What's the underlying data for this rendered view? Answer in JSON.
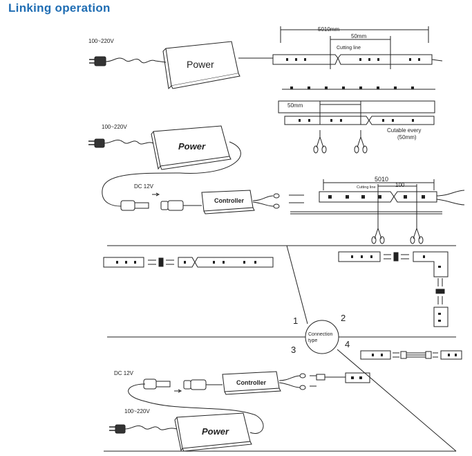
{
  "title": "Linking operation",
  "labels": {
    "voltage_ac": "100~220V",
    "power": "Power",
    "controller": "Controller",
    "dc": "DC 12V",
    "len_5010mm": "5010mm",
    "len_50mm": "50mm",
    "cutting_line": "Cutting line",
    "cutable_every": "Cutable every",
    "cutable_spacing": "(50mm)",
    "len_5010": "5010",
    "len_100": "100",
    "connection_type_1": "Connection",
    "connection_type_2": "type",
    "n1": "1",
    "n2": "2",
    "n3": "3",
    "n4": "4"
  },
  "colors": {
    "title": "#1f6db3",
    "line": "#222222"
  }
}
